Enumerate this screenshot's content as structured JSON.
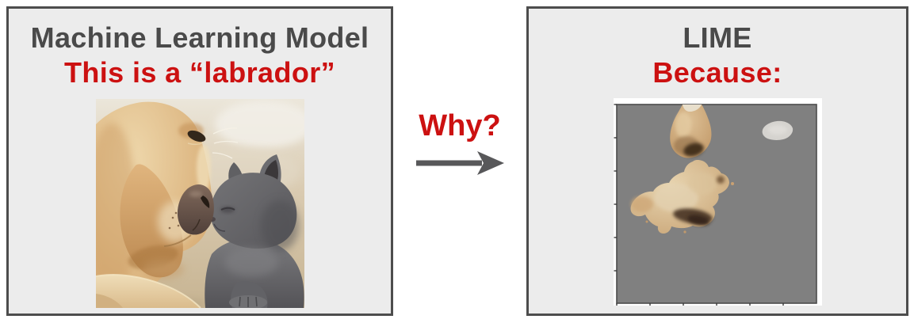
{
  "left_panel": {
    "title": "Machine Learning Model",
    "prediction": "This is a “labrador”",
    "photo_alt": "Photo of a yellow labrador dog touching noses with a gray cat on beige carpet"
  },
  "connector": {
    "question": "Why?",
    "arrow_icon": "right-arrow"
  },
  "right_panel": {
    "title": "LIME",
    "subtitle": "Because:",
    "figure_alt": "LIME explanation plot: superpixels of the dog's ear and snout shown in tan on a gray background with a small light-gray patch at top right"
  },
  "colors": {
    "panel_background": "#ececec",
    "panel_border": "#4d4d4d",
    "heading_text": "#4a4a4a",
    "accent_red": "#cc1111",
    "arrow_gray": "#58585a",
    "explanation_background": "#808080"
  }
}
